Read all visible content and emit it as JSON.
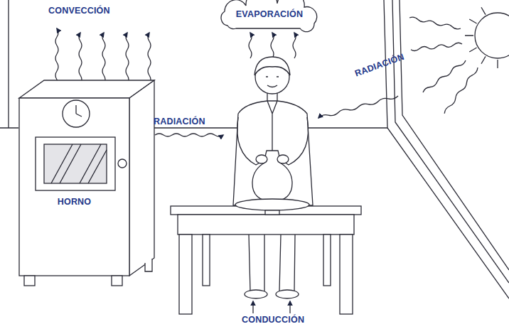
{
  "diagram": {
    "nodes": [
      {
        "text": [
          "EVAPORACIÓN"
        ]
      },
      {
        "text": [
          "HORNO"
        ]
      }
    ],
    "labels": [
      "CONVECCIÓN",
      "RADIACIÓN",
      "RADIACIÓN",
      "CONDUCCIÓN"
    ]
  }
}
